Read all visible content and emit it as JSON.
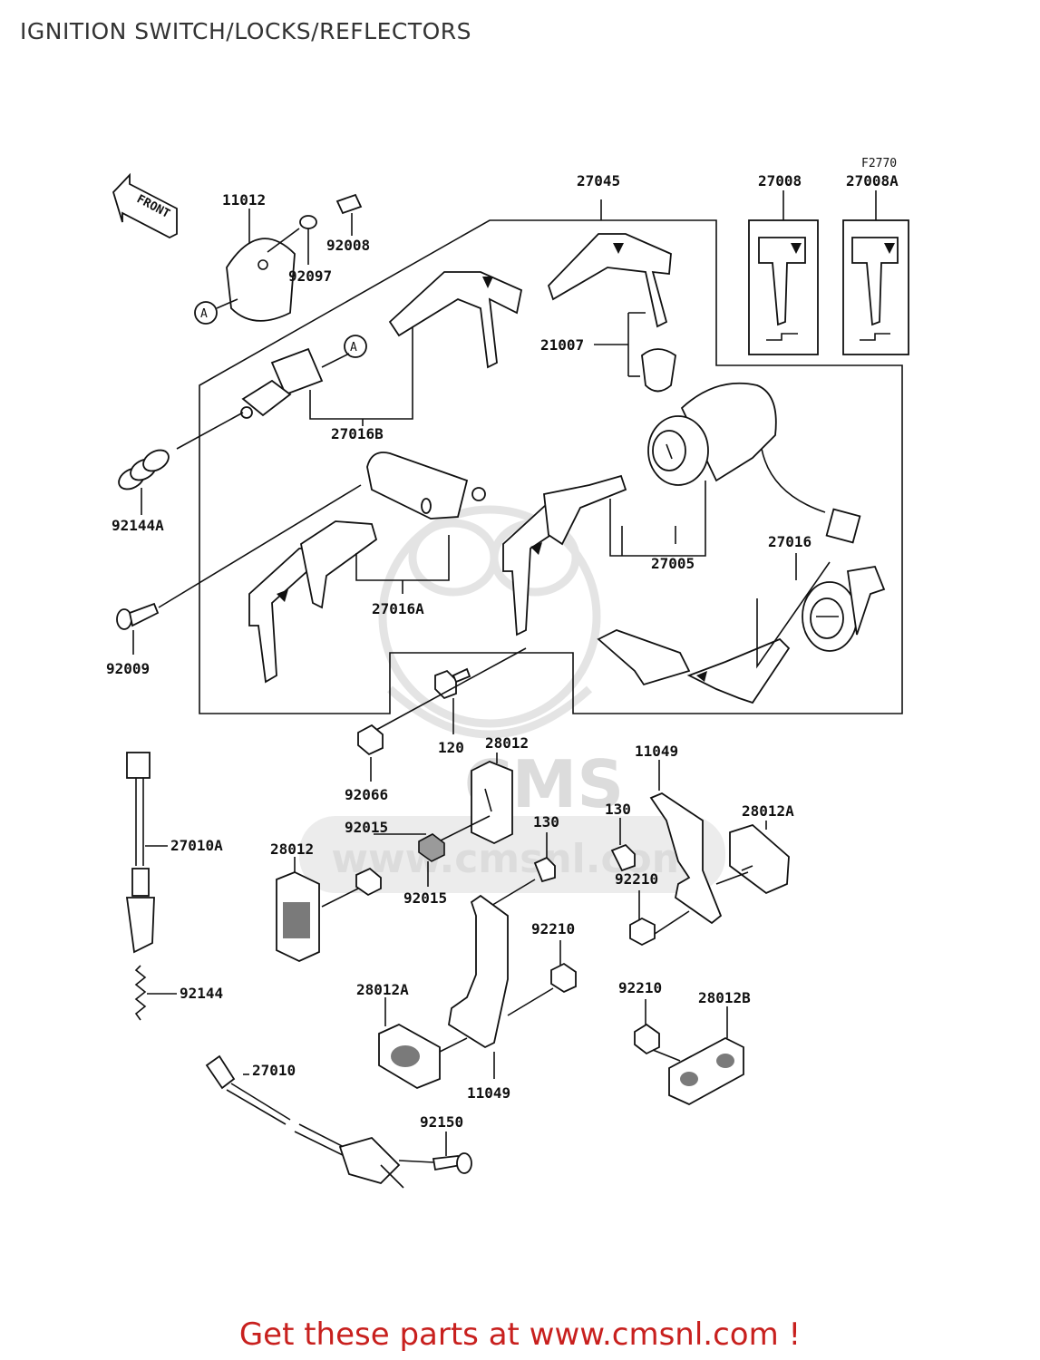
{
  "page": {
    "title": "IGNITION SWITCH/LOCKS/REFLECTORS",
    "footer": "Get these parts at www.cmsnl.com !"
  },
  "diagram": {
    "figure_code": "F2770",
    "front_marker": "FRONT",
    "ref_marker": "A",
    "watermark": "www.cmsnl.com",
    "watermark_logo": "CMS",
    "part_labels": {
      "p11012": "11012",
      "p92008": "92008",
      "p92097": "92097",
      "p27045": "27045",
      "p27008": "27008",
      "p27008A": "27008A",
      "p21007": "21007",
      "p27016B": "27016B",
      "p92144A": "92144A",
      "p27005": "27005",
      "p27016": "27016",
      "p27016A": "27016A",
      "p92009": "92009",
      "p120": "120",
      "p28012_top": "28012",
      "p11049_top": "11049",
      "p92066": "92066",
      "p92015_top": "92015",
      "p130_left": "130",
      "p130_right": "130",
      "p28012A_right": "28012A",
      "p27010A": "27010A",
      "p28012_left": "28012",
      "p92210_a": "92210",
      "p92015_bottom": "92015",
      "p92210_b": "92210",
      "p92144": "92144",
      "p92210_c": "92210",
      "p28012A_left": "28012A",
      "p28012B": "28012B",
      "p11049_bottom": "11049",
      "p27010": "27010",
      "p92150": "92150"
    }
  }
}
